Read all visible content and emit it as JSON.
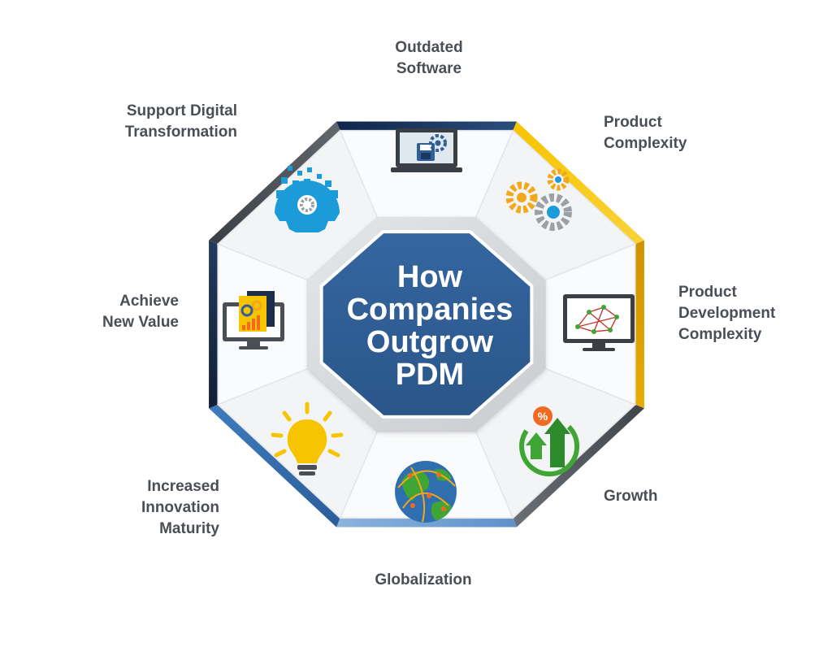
{
  "center": {
    "line1": "How",
    "line2": "Companies",
    "line3": "Outgrow",
    "line4": "PDM"
  },
  "segments": [
    {
      "id": "outdated-software",
      "lines": [
        "Outdated",
        "Software"
      ],
      "icon": "laptop-gear-icon",
      "color": "#1b3a63"
    },
    {
      "id": "product-complexity",
      "lines": [
        "Product",
        "Complexity"
      ],
      "icon": "gears-icon",
      "color": "#f6c400"
    },
    {
      "id": "product-development-complexity",
      "lines": [
        "Product",
        "Development",
        "Complexity"
      ],
      "icon": "monitor-network-icon",
      "color": "#d99a00"
    },
    {
      "id": "growth",
      "lines": [
        "Growth"
      ],
      "icon": "growth-arrows-percent-icon",
      "color": "#4e545a"
    },
    {
      "id": "globalization",
      "lines": [
        "Globalization"
      ],
      "icon": "globe-network-icon",
      "color": "#6f9fd2"
    },
    {
      "id": "increased-innovation-maturity",
      "lines": [
        "Increased",
        "Innovation",
        "Maturity"
      ],
      "icon": "lightbulb-icon",
      "color": "#2b5d9a"
    },
    {
      "id": "achieve-new-value",
      "lines": [
        "Achieve",
        "New Value"
      ],
      "icon": "monitor-chart-icon",
      "color": "#1c2e4a"
    },
    {
      "id": "support-digital-transformation",
      "lines": [
        "Support Digital",
        "Transformation"
      ],
      "icon": "digital-gear-icon",
      "color": "#4a4f55"
    }
  ],
  "colors": {
    "center_fill": "#2f5f96",
    "inner_ring": "#d7d9dc",
    "panel": "#f7f8f9",
    "label_text": "#4a4f55"
  }
}
